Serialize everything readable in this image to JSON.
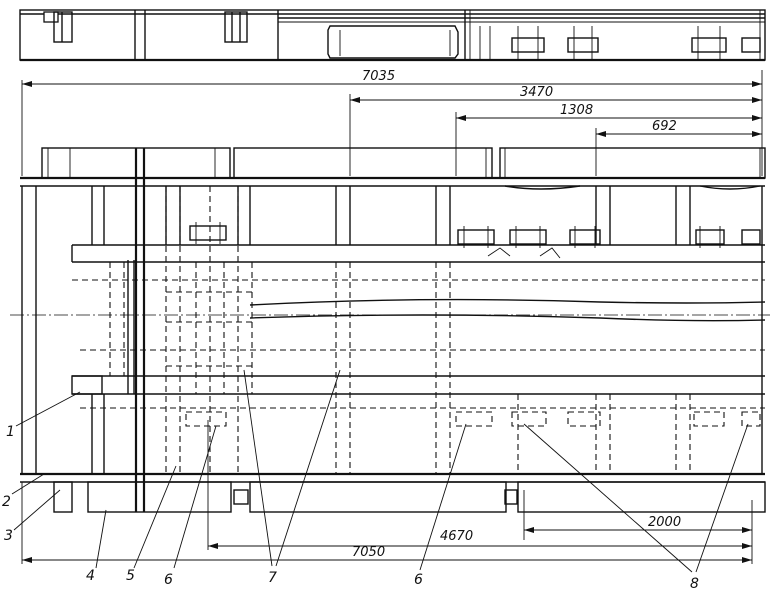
{
  "dimensions": {
    "top_overall": "7035",
    "rear_section": "3470",
    "rear_mid": "1308",
    "rear_end": "692",
    "bottom_front": "4670",
    "bottom_rear": "2000",
    "bottom_overall": "7050"
  },
  "callouts": {
    "c1": "1",
    "c2": "2",
    "c3": "3",
    "c4": "4",
    "c5": "5",
    "c6a": "6",
    "c6b": "6",
    "c7": "7",
    "c8": "8"
  }
}
